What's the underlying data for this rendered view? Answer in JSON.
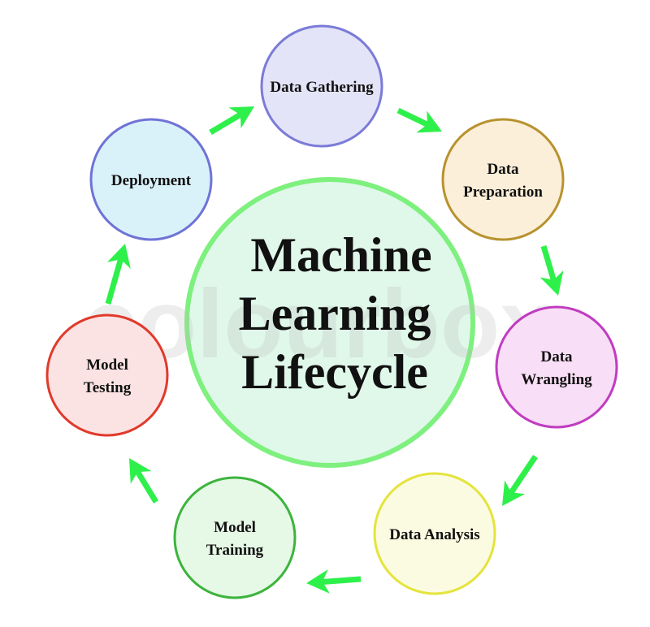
{
  "title": {
    "lines": [
      "Machine",
      "Learning",
      "Lifecycle"
    ],
    "fill": "#e0f8ea",
    "stroke": "#7ef07e"
  },
  "watermark": "colourbox",
  "arrow_color": "#2ef04a",
  "stages": [
    {
      "lines": [
        "Data Gathering"
      ],
      "fill": "#e4e4f8",
      "stroke": "#7b7bd8"
    },
    {
      "lines": [
        "Data",
        "Preparation"
      ],
      "fill": "#fcefd9",
      "stroke": "#b8922e"
    },
    {
      "lines": [
        "Data",
        "Wrangling"
      ],
      "fill": "#f8def6",
      "stroke": "#c03cc0"
    },
    {
      "lines": [
        "Data Analysis"
      ],
      "fill": "#fbfbe2",
      "stroke": "#e4e43c"
    },
    {
      "lines": [
        "Model",
        "Training"
      ],
      "fill": "#e6f8e6",
      "stroke": "#3cb43c"
    },
    {
      "lines": [
        "Model",
        "Testing"
      ],
      "fill": "#fbe3e3",
      "stroke": "#e03a2c"
    },
    {
      "lines": [
        "Deployment"
      ],
      "fill": "#d9f1f9",
      "stroke": "#6f73d6"
    }
  ]
}
